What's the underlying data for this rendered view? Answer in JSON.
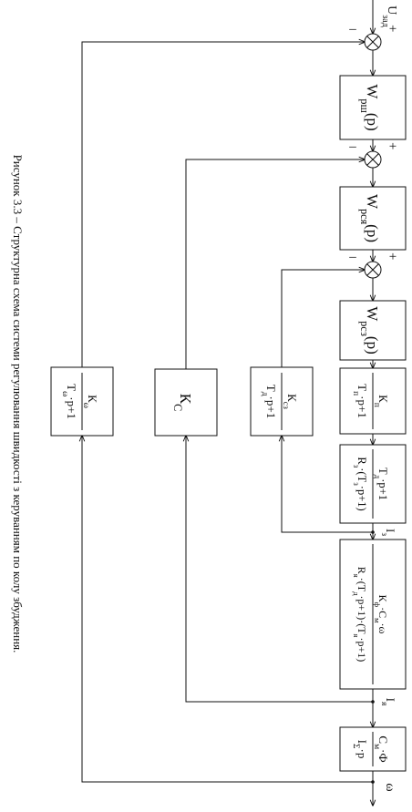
{
  "caption": "Рисунок 3.3 – Структурна схема системи регулювання швидкості з керуванням по колу збудження.",
  "signs": {
    "plus": "+",
    "minus": "–"
  },
  "input_label": "U",
  "input_label_sub": "зад",
  "output_label": "ω",
  "forward_blocks": [
    {
      "id": "w-rsh",
      "kind": "tf",
      "base": "W",
      "sub": "рш",
      "arg": "(p)"
    },
    {
      "id": "w-rsya",
      "kind": "tf",
      "base": "W",
      "sub": "рся",
      "arg": "(p)"
    },
    {
      "id": "w-rsz",
      "kind": "tf",
      "base": "W",
      "sub": "рсз",
      "arg": "(p)"
    },
    {
      "id": "converter",
      "kind": "frac",
      "num": [
        {
          "t": "К"
        },
        {
          "t": "п",
          "s": "sub"
        }
      ],
      "den": [
        {
          "t": "Т"
        },
        {
          "t": "п",
          "s": "sub"
        },
        {
          "t": "·p+1"
        }
      ]
    },
    {
      "id": "field-circuit",
      "kind": "frac",
      "num": [
        {
          "t": "Т"
        },
        {
          "t": "д",
          "s": "sub"
        },
        {
          "t": "·p+1"
        }
      ],
      "den": [
        {
          "t": "R"
        },
        {
          "t": "з",
          "s": "sub"
        },
        {
          "t": "·(Т"
        },
        {
          "t": "з",
          "s": "sub"
        },
        {
          "t": "·p+1)"
        }
      ]
    },
    {
      "id": "armature-circuit",
      "kind": "frac",
      "num": [
        {
          "t": "К"
        },
        {
          "t": "ф",
          "s": "sub"
        },
        {
          "t": "·С"
        },
        {
          "t": "м",
          "s": "sub"
        },
        {
          "t": "·ω"
        }
      ],
      "den": [
        {
          "t": "R"
        },
        {
          "t": "я",
          "s": "sub"
        },
        {
          "t": "·(Т"
        },
        {
          "t": "д",
          "s": "sub"
        },
        {
          "t": "·p+1)·(Т"
        },
        {
          "t": "я",
          "s": "sub"
        },
        {
          "t": "·p+1)"
        }
      ]
    },
    {
      "id": "mechanical",
      "kind": "frac",
      "num": [
        {
          "t": "С"
        },
        {
          "t": "м",
          "s": "sub"
        },
        {
          "t": "·Ф"
        }
      ],
      "den": [
        {
          "t": "I"
        },
        {
          "t": "Σ",
          "s": "sub"
        },
        {
          "t": "·p"
        }
      ]
    }
  ],
  "signals": [
    {
      "id": "field-current",
      "base": "I",
      "sub": "з"
    },
    {
      "id": "armature-current",
      "base": "I",
      "sub": "я"
    }
  ],
  "feedback_blocks": [
    {
      "id": "fb-speed",
      "kind": "frac",
      "num": [
        {
          "t": "К"
        },
        {
          "t": "ω",
          "s": "sub"
        }
      ],
      "den": [
        {
          "t": "Т"
        },
        {
          "t": "ω",
          "s": "sub"
        },
        {
          "t": "·p+1"
        }
      ]
    },
    {
      "id": "fb-current",
      "kind": "simple",
      "base": "К",
      "sub": "С"
    },
    {
      "id": "fb-field",
      "kind": "frac",
      "num": [
        {
          "t": "К"
        },
        {
          "t": "сз",
          "s": "sub"
        }
      ],
      "den": [
        {
          "t": "Т"
        },
        {
          "t": "д",
          "s": "sub"
        },
        {
          "t": "·p+1"
        }
      ]
    }
  ]
}
